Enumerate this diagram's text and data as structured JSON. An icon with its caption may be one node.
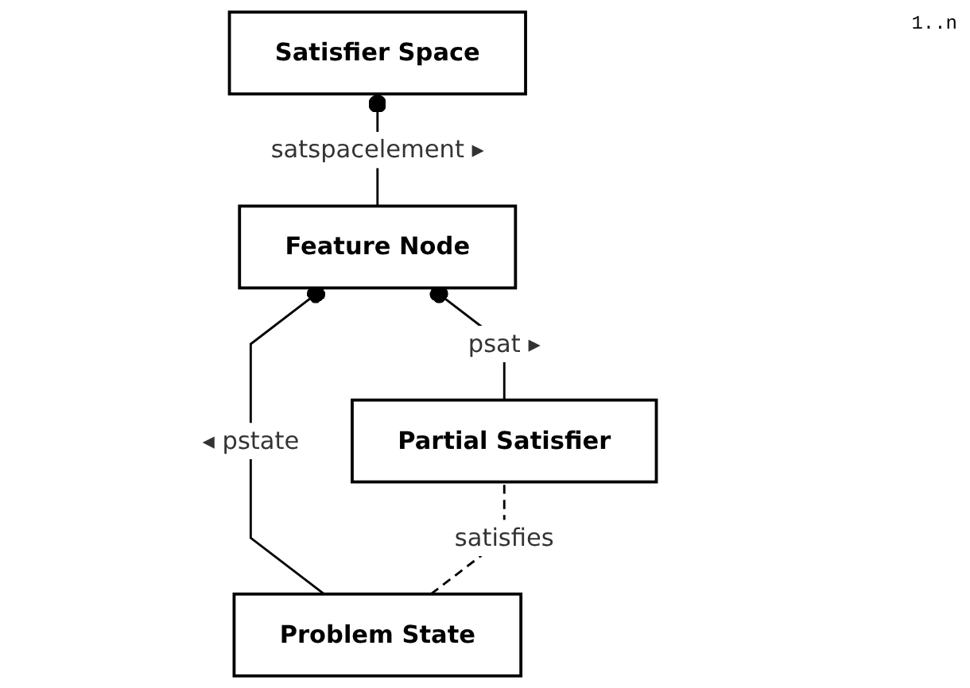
{
  "diagram": {
    "nodes": [
      {
        "text": [
          "Satisfier Space"
        ]
      },
      {
        "text": [
          "Feature Node"
        ]
      },
      {
        "text": [
          "Problem State"
        ]
      },
      {
        "text": [
          "Partial Satisfier"
        ]
      }
    ],
    "edges": [
      {
        "from": 1,
        "to": 0,
        "arrow": "other",
        "label": "satspacelement ▸"
      },
      {
        "from": 2,
        "to": 1,
        "arrow": "other",
        "label": "◂ pstate"
      },
      {
        "from": 3,
        "to": 1,
        "arrow": "other",
        "label": "psat ▸"
      },
      {
        "from": 2,
        "to": 3,
        "arrow": "none",
        "style": "dashed",
        "label": "satisfies"
      }
    ],
    "labels": [
      "1..n"
    ]
  }
}
